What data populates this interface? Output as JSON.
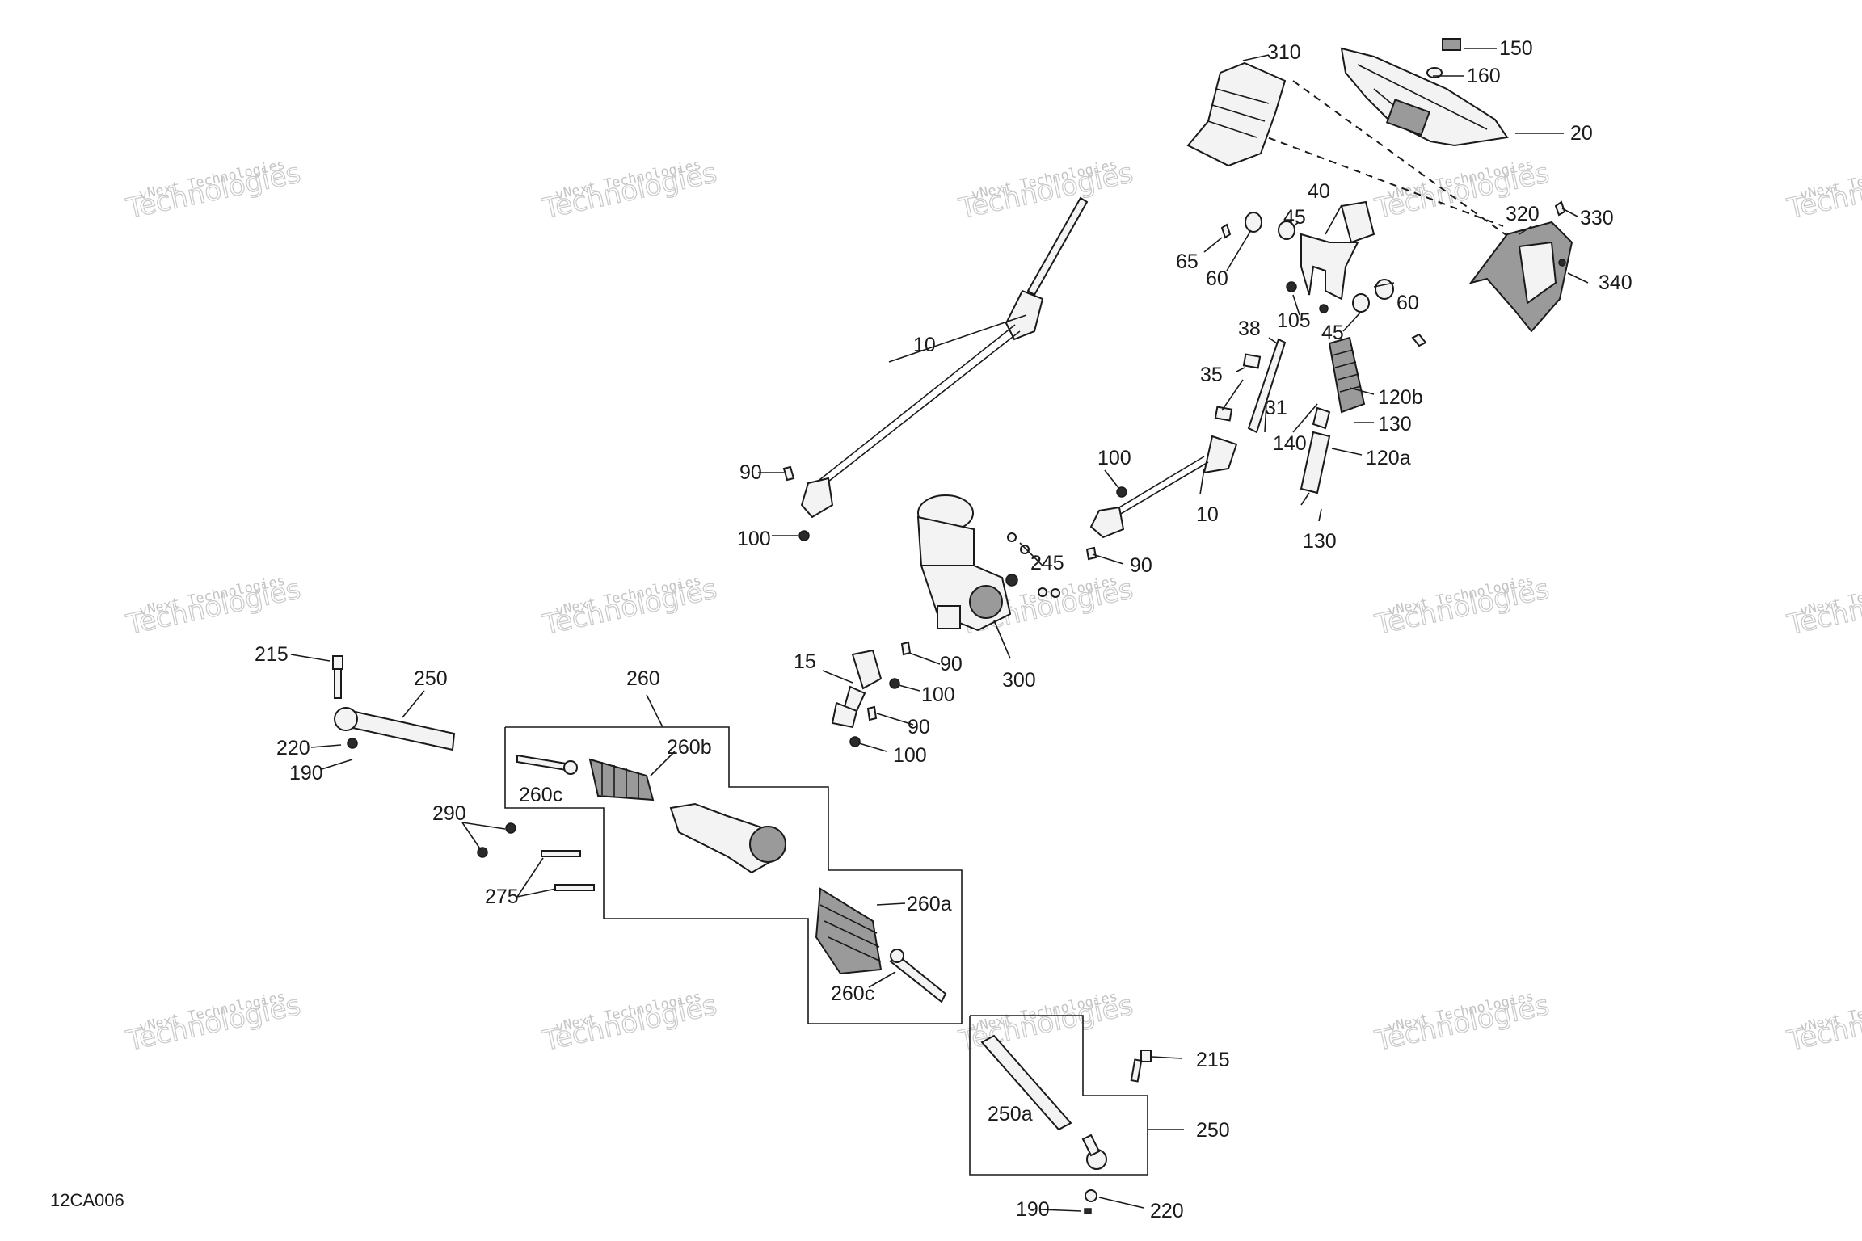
{
  "diagram": {
    "code": "12CA006",
    "watermark": {
      "line1": "vNext Technologies",
      "line2": "Technologies",
      "arc": "vNext"
    },
    "callouts": {
      "c310": "310",
      "c150": "150",
      "c160": "160",
      "c20": "20",
      "c40": "40",
      "c45a": "45",
      "c65": "65",
      "c60a": "60",
      "c320": "320",
      "c330": "330",
      "c340": "340",
      "c105": "105",
      "c45b": "45",
      "c60b": "60",
      "c38": "38",
      "c35": "35",
      "c120b": "120b",
      "c31": "31",
      "c130a": "130",
      "c140": "140",
      "c120a": "120a",
      "c130b": "130",
      "c10a": "10",
      "c10b": "10",
      "c90a": "90",
      "c100a": "100",
      "c100b": "100",
      "c90b": "90",
      "c245": "245",
      "c300": "300",
      "c15": "15",
      "c90c": "90",
      "c100c": "100",
      "c90d": "90",
      "c100d": "100",
      "c215a": "215",
      "c250a": "250",
      "c220a": "220",
      "c190a": "190",
      "c260": "260",
      "c260b": "260b",
      "c260c1": "260c",
      "c290": "290",
      "c275": "275",
      "c260a": "260a",
      "c260c2": "260c",
      "c215b": "215",
      "c250b": "250",
      "c250aa": "250a",
      "c190b": "190",
      "c220b": "220"
    }
  }
}
